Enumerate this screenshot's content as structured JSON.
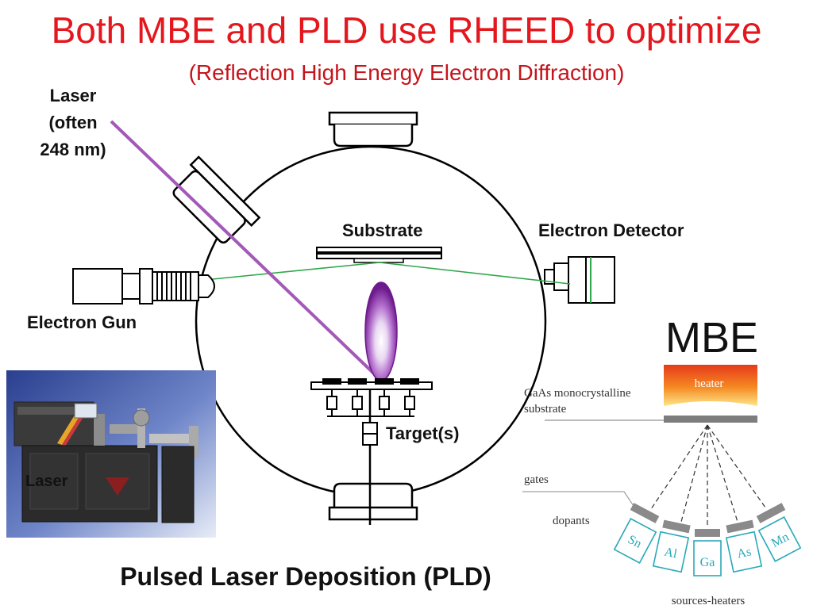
{
  "title": "Both MBE and PLD use RHEED to optimize",
  "subtitle": "(Reflection High Energy Electron Diffraction)",
  "pld": {
    "laser_label": [
      "Laser",
      "(often",
      "248 nm)"
    ],
    "substrate_label": "Substrate",
    "electron_detector_label": "Electron Detector",
    "electron_gun_label": "Electron Gun",
    "targets_label": "Target(s)",
    "photo_label": "Laser",
    "caption": "Pulsed Laser Deposition (PLD)"
  },
  "mbe": {
    "title": "MBE",
    "heater_label": "heater",
    "substrate_label": [
      "GaAs monocrystalline",
      "substrate"
    ],
    "gates_label": "gates",
    "dopants_label": "dopants",
    "sources": [
      "Sn",
      "Al",
      "Ga",
      "As",
      "Mn"
    ],
    "sources_label": "sources-heaters"
  },
  "colors": {
    "title": "#e3171d",
    "laser_beam": "#a259b7",
    "electron_beam": "#2ea84a",
    "plume": "#7a1f94",
    "cell": "#2aa9b8"
  }
}
